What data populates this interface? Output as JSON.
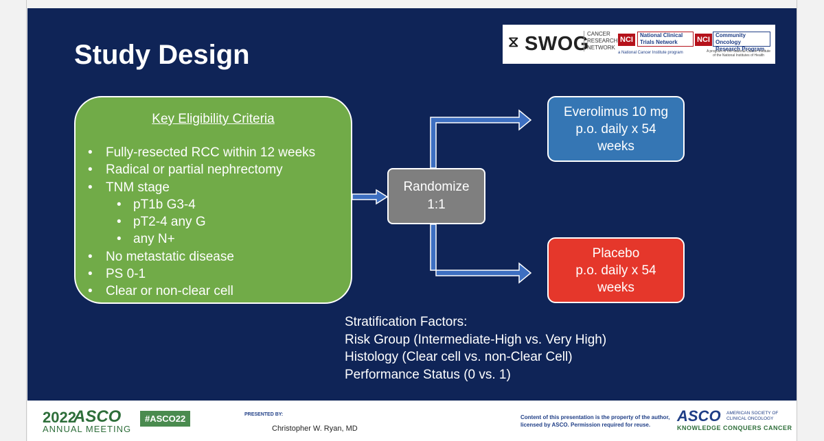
{
  "slide": {
    "title": "Study Design",
    "logos": {
      "swog": "SWOG",
      "swog_sub_1": "CANCER",
      "swog_sub_2": "RESEARCH",
      "swog_sub_3": "NETWORK",
      "nci_label": "NCI",
      "nci_ctn_1": "National Clinical",
      "nci_ctn_2": "Trials Network",
      "nci_ctn_sub": "a National Cancer Institute program",
      "nci_cor_1": "Community Oncology",
      "nci_cor_2": "Research Program",
      "nci_cor_sub": "A program of the National Cancer Institute of the National Institutes of Health"
    },
    "criteria": {
      "heading": "Key Eligibility Criteria",
      "items": [
        "Fully-resected RCC within 12 weeks",
        "Radical or partial nephrectomy",
        "TNM stage",
        "pT1b G3-4",
        "pT2-4 any G",
        "any N+",
        "No metastatic disease",
        "PS 0-1",
        "Clear or non-clear cell"
      ]
    },
    "randomize": {
      "line1": "Randomize",
      "line2": "1:1"
    },
    "arm1": {
      "line1": "Everolimus 10 mg",
      "line2": "p.o. daily  x 54",
      "line3": "weeks",
      "color": "#3576b4"
    },
    "arm2": {
      "line1": "Placebo",
      "line2": "p.o. daily x 54",
      "line3": "weeks",
      "color": "#e5372b"
    },
    "stratification": {
      "heading": "Stratification Factors:",
      "lines": [
        "Risk Group (Intermediate-High vs. Very High)",
        "Histology (Clear cell vs. non-Clear Cell)",
        "Performance Status (0 vs. 1)"
      ]
    }
  },
  "footer": {
    "year": "2022",
    "asco": "ASCO",
    "annual": "ANNUAL MEETING",
    "hashtag": "#ASCO22",
    "presented_by": "PRESENTED BY:",
    "presenter": "Christopher W. Ryan, MD",
    "copyright": "Content of this presentation is the property of the author, licensed by ASCO. Permission required for reuse.",
    "asco_org_1": "AMERICAN SOCIETY OF",
    "asco_org_2": "CLINICAL ONCOLOGY",
    "tagline": "KNOWLEDGE CONQUERS CANCER"
  }
}
